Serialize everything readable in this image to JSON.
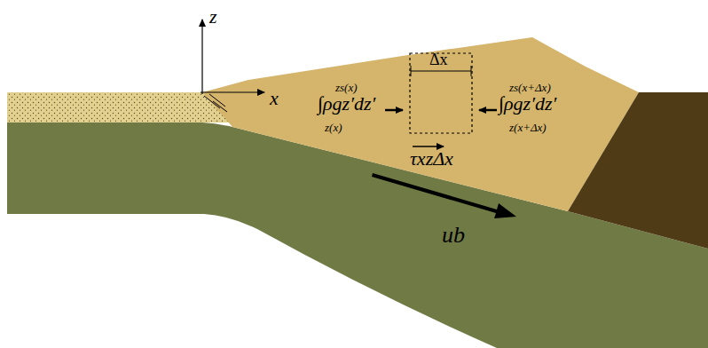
{
  "diagram": {
    "labels": [
      "z",
      "x",
      "Δx",
      "zs(x)",
      "∫ρgz′dz′",
      "z(x)",
      "zs(x+Δx)",
      "∫ρgz′dz′",
      "z(x+Δx)",
      "τxzΔx",
      "ub"
    ]
  }
}
